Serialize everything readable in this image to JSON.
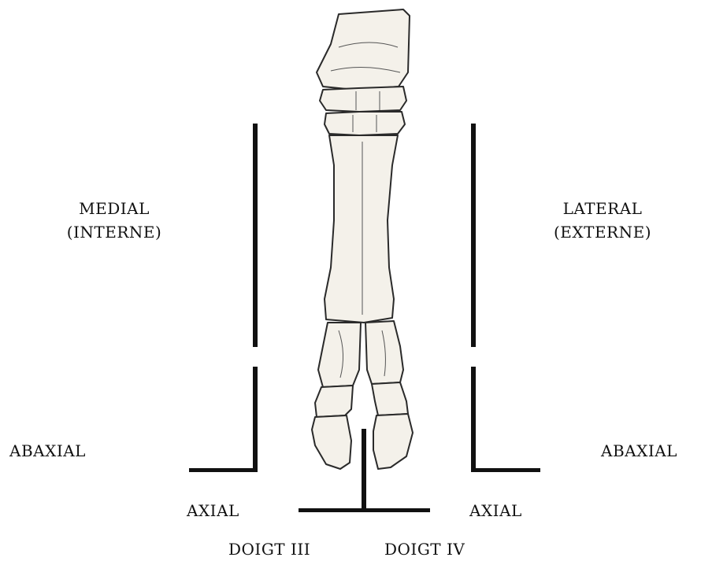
{
  "labels": {
    "medial": "MEDIAL",
    "medial_alt": "(INTERNE)",
    "lateral": "LATERAL",
    "lateral_alt": "(EXTERNE)",
    "abaxial_left": "ABAXIAL",
    "abaxial_right": "ABAXIAL",
    "axial_left": "AXIAL",
    "axial_right": "AXIAL",
    "digit_3": "DOIGT III",
    "digit_4": "DOIGT IV"
  },
  "colors": {
    "line": "#111111",
    "bone_fill": "#f4f1ea",
    "bone_stroke": "#2a2a2a"
  }
}
